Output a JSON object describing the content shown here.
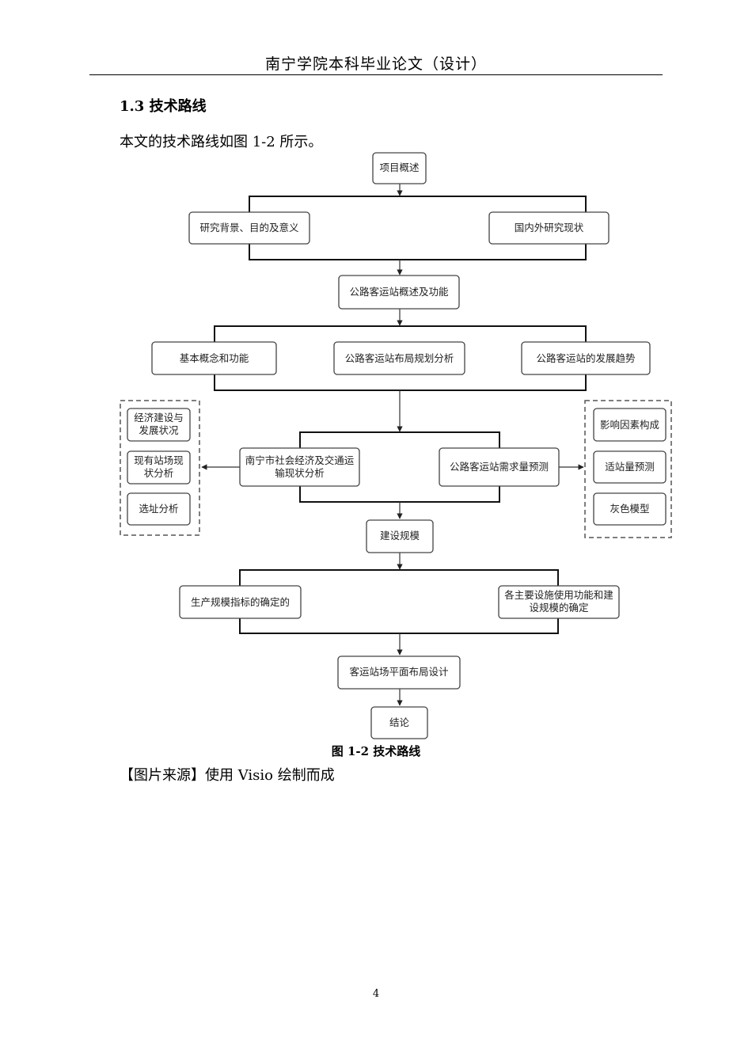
{
  "header": {
    "title": "南宁学院本科毕业论文（设计）"
  },
  "section": {
    "heading": "1.3  技术路线"
  },
  "intro": "本文的技术路线如图 1-2 所示。",
  "flowchart": {
    "nodes": {
      "overview": "项目概述",
      "background": "研究背景、目的及意义",
      "status_quo": "国内外研究现状",
      "station_overview": [
        "公路客运站概述及功能"
      ],
      "basic_concept": "基本概念和功能",
      "layout_analysis": "公路客运站布局规划分析",
      "trend": "公路客运站的发展趋势",
      "econ_analysis": [
        "南宁市社会经济及交通运",
        "输现状分析"
      ],
      "demand_forecast": "公路客运站需求量预测",
      "econ_development": [
        "经济建设与",
        "发展状况"
      ],
      "existing_stations": [
        "现有站场现",
        "状分析"
      ],
      "site_selection": "选址分析",
      "factors": "影响因素构成",
      "station_volume": "适站量预测",
      "grey_model": "灰色模型",
      "scale": "建设规模",
      "production_index": "生产规模指标的确定的",
      "facilities": [
        "各主要设施使用功能和建",
        "设规模的确定"
      ],
      "plan_design": "客运站场平面布局设计",
      "conclusion": "结论"
    }
  },
  "caption": "图 1-2    技术路线",
  "source": "【图片来源】使用 Visio 绘制而成",
  "page_number": "4"
}
